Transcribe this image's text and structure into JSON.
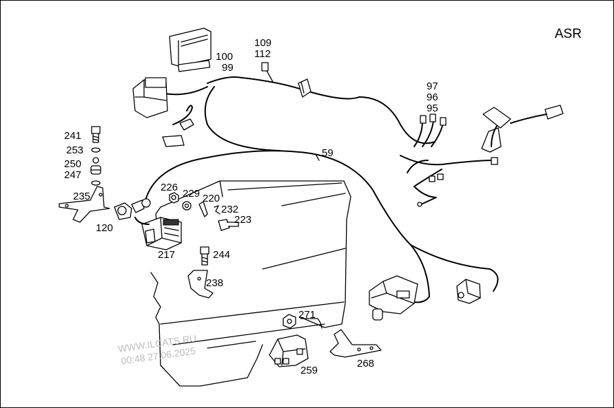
{
  "diagram": {
    "title": "ASR",
    "callouts": {
      "p100": "100",
      "p99": "99",
      "p109": "109",
      "p112": "112",
      "p97": "97",
      "p96": "96",
      "p95": "95",
      "p59": "59",
      "p241": "241",
      "p253": "253",
      "p250": "250",
      "p247": "247",
      "p235": "235",
      "p120": "120",
      "p226": "226",
      "p229": "229",
      "p220": "220",
      "p232": "232",
      "p223": "223",
      "p217": "217",
      "p244": "244",
      "p238": "238",
      "p271": "271",
      "p259": "259",
      "p268": "268"
    },
    "watermark": {
      "site": "WWW.ILCATS.RU",
      "timestamp": "00:48 27.06.2025"
    }
  }
}
